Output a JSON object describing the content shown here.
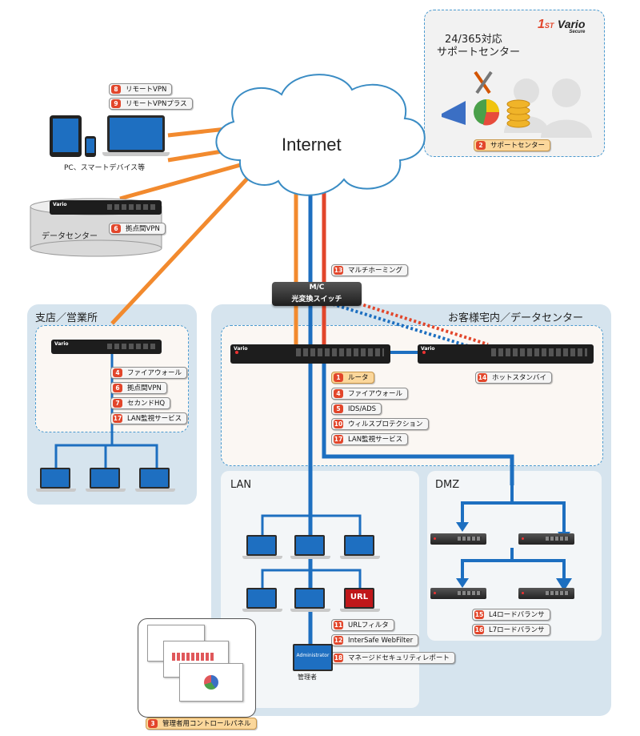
{
  "brand": {
    "logo_num": "1",
    "logo_st": "ST",
    "logo_name": "Vario",
    "logo_sub": "Secure"
  },
  "internet": {
    "label": "Internet"
  },
  "support": {
    "title_line1": "24/365対応",
    "title_line2": "サポートセンター",
    "tag": {
      "num": "2",
      "label": "サポートセンター"
    }
  },
  "remote": {
    "tags": [
      {
        "num": "8",
        "label": "リモートVPN"
      },
      {
        "num": "9",
        "label": "リモートVPNプラス"
      }
    ],
    "devices_caption": "PC、スマートデバイス等"
  },
  "datacenter": {
    "label": "データセンター",
    "tag": {
      "num": "6",
      "label": "拠点間VPN"
    }
  },
  "multihoming": {
    "num": "13",
    "label": "マルチホーミング"
  },
  "switch": {
    "line1": "M/C",
    "line2": "光変換スイッチ"
  },
  "branch": {
    "title": "支店／営業所",
    "tags": [
      {
        "num": "4",
        "label": "ファイアウォール"
      },
      {
        "num": "6",
        "label": "拠点間VPN"
      },
      {
        "num": "7",
        "label": "セカンドHQ"
      },
      {
        "num": "17",
        "label": "LAN監視サービス"
      }
    ]
  },
  "customer": {
    "title": "お客様宅内／データセンター",
    "router_tags": [
      {
        "num": "1",
        "label": "ルータ"
      },
      {
        "num": "4",
        "label": "ファイアウォール"
      },
      {
        "num": "5",
        "label": "IDS/ADS"
      },
      {
        "num": "10",
        "label": "ウィルスプロテクション"
      },
      {
        "num": "17",
        "label": "LAN監視サービス"
      }
    ],
    "hotstandby": {
      "num": "14",
      "label": "ホットスタンバイ"
    }
  },
  "lan": {
    "title": "LAN",
    "url_label": "URL",
    "admin_screen": "Administrator",
    "admin_label": "管理者",
    "tags": [
      {
        "num": "11",
        "label": "URLフィルタ"
      },
      {
        "num": "12",
        "label": "InterSafe WebFilter"
      },
      {
        "num": "18",
        "label": "マネージドセキュリティレポート"
      }
    ],
    "panel_tag": {
      "num": "3",
      "label": "管理者用コントロールパネル"
    }
  },
  "dmz": {
    "title": "DMZ",
    "tags": [
      {
        "num": "15",
        "label": "L4ロードバランサ"
      },
      {
        "num": "16",
        "label": "L7ロードバランサ"
      }
    ]
  },
  "colors": {
    "orange": "#f28a2e",
    "blue": "#1d6fc0",
    "red": "#e2462b",
    "panel": "#d6e4ee"
  }
}
